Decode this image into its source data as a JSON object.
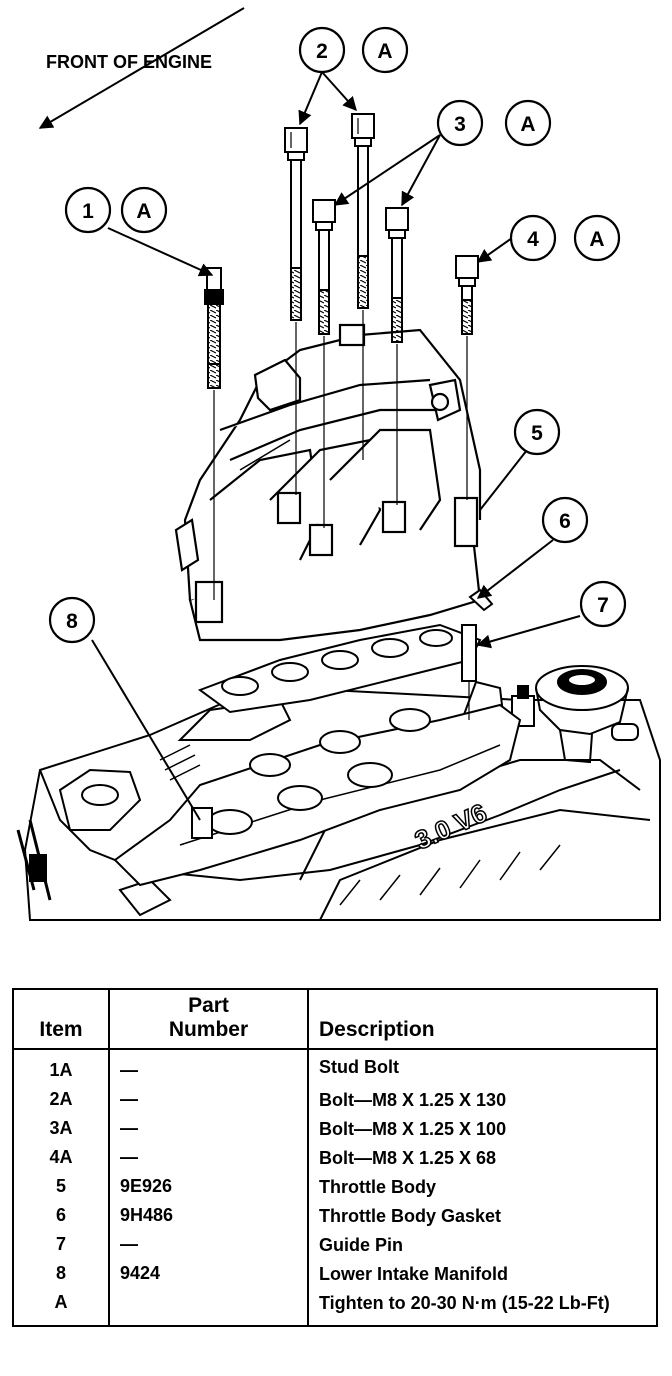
{
  "diagram": {
    "front_label": "FRONT OF ENGINE",
    "callouts": [
      {
        "num": "1",
        "torque": "A"
      },
      {
        "num": "2",
        "torque": "A"
      },
      {
        "num": "3",
        "torque": "A"
      },
      {
        "num": "4",
        "torque": "A"
      },
      {
        "num": "5"
      },
      {
        "num": "6"
      },
      {
        "num": "7"
      },
      {
        "num": "8"
      }
    ],
    "engine_badge": "3.0 V6"
  },
  "table": {
    "headers": {
      "item": "Item",
      "part_line1": "Part",
      "part_line2": "Number",
      "description": "Description"
    },
    "rows": [
      {
        "item": "1A",
        "part": "—",
        "description": "Stud Bolt"
      },
      {
        "item": "2A",
        "part": "—",
        "description": "Bolt—M8 X 1.25 X 130"
      },
      {
        "item": "3A",
        "part": "—",
        "description": "Bolt—M8 X 1.25 X 100"
      },
      {
        "item": "4A",
        "part": "—",
        "description": "Bolt—M8 X 1.25 X 68"
      },
      {
        "item": "5",
        "part": "9E926",
        "description": "Throttle Body"
      },
      {
        "item": "6",
        "part": "9H486",
        "description": "Throttle Body Gasket"
      },
      {
        "item": "7",
        "part": "—",
        "description": "Guide Pin"
      },
      {
        "item": "8",
        "part": "9424",
        "description": "Lower Intake Manifold"
      },
      {
        "item": "A",
        "part": "",
        "description": "Tighten to 20-30 N·m (15-22 Lb-Ft)"
      }
    ]
  }
}
